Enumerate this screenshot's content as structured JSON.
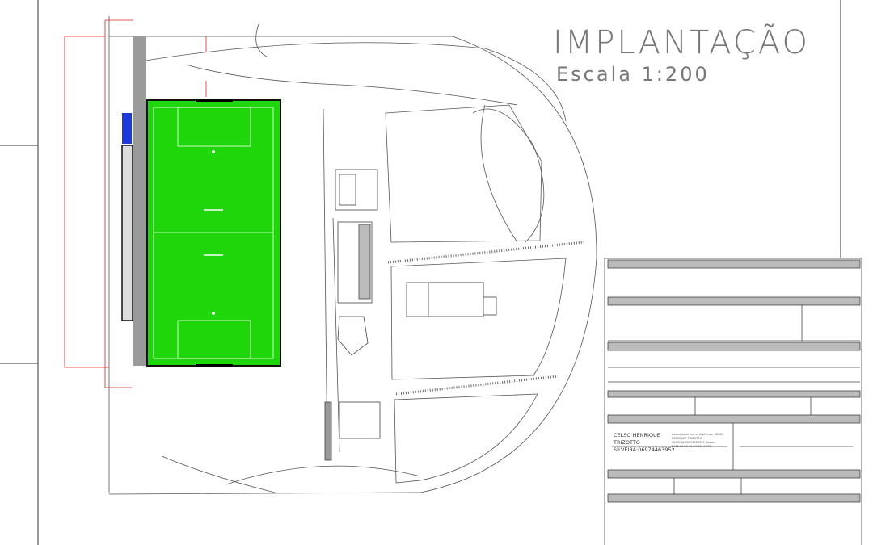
{
  "drawing": {
    "title": "IMPLANTAÇÃO",
    "scale": "Escala 1:200",
    "field_color": "#1fd60a"
  },
  "title_block": {
    "signer": "CELSO HENRIQUE TRIZOTTO SILVEIRA:06974463952",
    "signature_note": "Assinado de forma digital por CELSO HENRIQUE TRIZOTTO SILVEIRA:06974463952 Dados: 2021.05.25 11:57:55 -03'00'"
  }
}
